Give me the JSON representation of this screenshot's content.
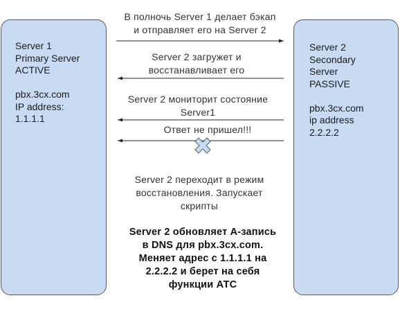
{
  "server1": {
    "lines": [
      "Server 1",
      "Primary Server",
      "ACTIVE"
    ],
    "details": [
      "pbx.3cx.com",
      "IP address:",
      "1.1.1.1"
    ]
  },
  "server2": {
    "lines": [
      "Server 2",
      "Secondary",
      "Server",
      "PASSIVE"
    ],
    "details": [
      "pbx.3cx.com",
      "ip address",
      "2.2.2.2"
    ]
  },
  "messages": {
    "backup": [
      "В полночь Server 1 делает бэкап",
      "и отправляет его на Server 2"
    ],
    "restore": [
      "Server 2 загружет и",
      "восстанавливает его"
    ],
    "monitor": [
      "Server 2 мониторит состояние",
      "Server1"
    ],
    "no_response": "Ответ не пришел!!!",
    "recovery": [
      "Server 2 переходит в режим",
      "восстановления. Запускает",
      "скрипты"
    ],
    "dns_update": [
      "Server 2 обновляет А-запись",
      "в  DNS для pbx.3cx.com.",
      "Меняет адрес с 1.1.1.1 на",
      "2.2.2.2 и берет на себя",
      "функции АТС"
    ]
  },
  "colors": {
    "server_fill": "#c9dbf3",
    "arrow": "#222222",
    "cross_fill": "#c9dbf3",
    "cross_stroke": "#4a5a6a"
  },
  "icons": {
    "failure": "cross-mark"
  }
}
